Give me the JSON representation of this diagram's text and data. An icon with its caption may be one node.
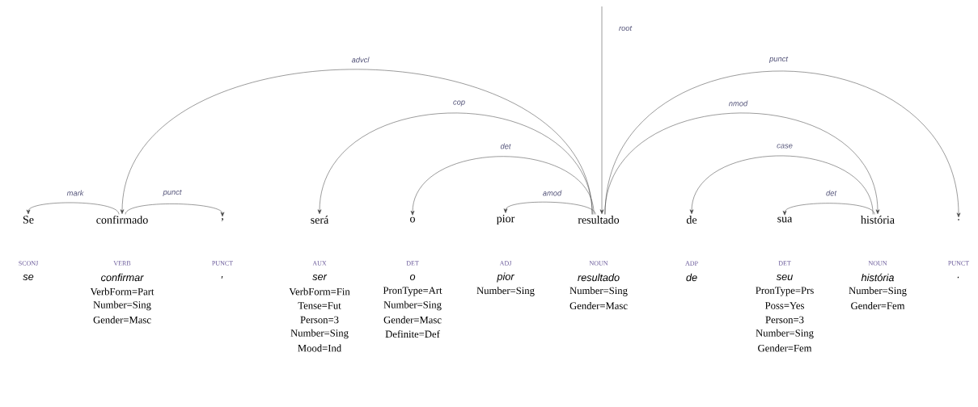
{
  "diagram": {
    "nodes": [
      {
        "text": [
          "Se"
        ],
        "beside": [
          "SCONJ",
          "se"
        ]
      },
      {
        "text": [
          "confirmado"
        ],
        "beside": [
          "VERB",
          "confirmar",
          "VerbForm=Part",
          "Number=Sing",
          "Gender=Masc"
        ]
      },
      {
        "text": [
          ","
        ],
        "beside": [
          "PUNCT",
          ","
        ]
      },
      {
        "text": [
          "será"
        ],
        "beside": [
          "AUX",
          "ser",
          "VerbForm=Fin",
          "Tense=Fut",
          "Person=3",
          "Number=Sing",
          "Mood=Ind"
        ]
      },
      {
        "text": [
          "o"
        ],
        "beside": [
          "DET",
          "o",
          "PronType=Art",
          "Number=Sing",
          "Gender=Masc",
          "Definite=Def"
        ]
      },
      {
        "text": [
          "pior"
        ],
        "beside": [
          "ADJ",
          "pior",
          "Number=Sing"
        ]
      },
      {
        "text": [
          "resultado"
        ],
        "beside": [
          "NOUN",
          "resultado",
          "Number=Sing",
          "Gender=Masc"
        ]
      },
      {
        "text": [
          "de"
        ],
        "beside": [
          "ADP",
          "de"
        ]
      },
      {
        "text": [
          "sua"
        ],
        "beside": [
          "DET",
          "seu",
          "PronType=Prs",
          "Poss=Yes",
          "Person=3",
          "Number=Sing",
          "Gender=Fem"
        ]
      },
      {
        "text": [
          "história"
        ],
        "beside": [
          "NOUN",
          "história",
          "Number=Sing",
          "Gender=Fem"
        ]
      },
      {
        "text": [
          "."
        ],
        "beside": [
          "PUNCT",
          "."
        ]
      }
    ],
    "edges": [
      {
        "from": 1,
        "to": 0,
        "arrow": "to",
        "label": "mark"
      },
      {
        "from": 1,
        "to": 2,
        "arrow": "to",
        "label": "punct"
      },
      {
        "from": 6,
        "to": 1,
        "arrow": "to",
        "label": "advcl"
      },
      {
        "from": 6,
        "to": 3,
        "arrow": "to",
        "label": "cop"
      },
      {
        "from": 6,
        "to": 4,
        "arrow": "to",
        "label": "det"
      },
      {
        "from": 6,
        "to": 5,
        "arrow": "to",
        "label": "amod"
      },
      {
        "from": 6,
        "to": 9,
        "arrow": "to",
        "label": "nmod"
      },
      {
        "from": 6,
        "to": 10,
        "arrow": "to",
        "label": "punct"
      },
      {
        "from": 9,
        "to": 7,
        "arrow": "to",
        "label": "case"
      },
      {
        "from": 9,
        "to": 8,
        "arrow": "to",
        "label": "det"
      },
      {
        "from": null,
        "to": 6,
        "arrow": "to",
        "label": "root"
      }
    ]
  }
}
